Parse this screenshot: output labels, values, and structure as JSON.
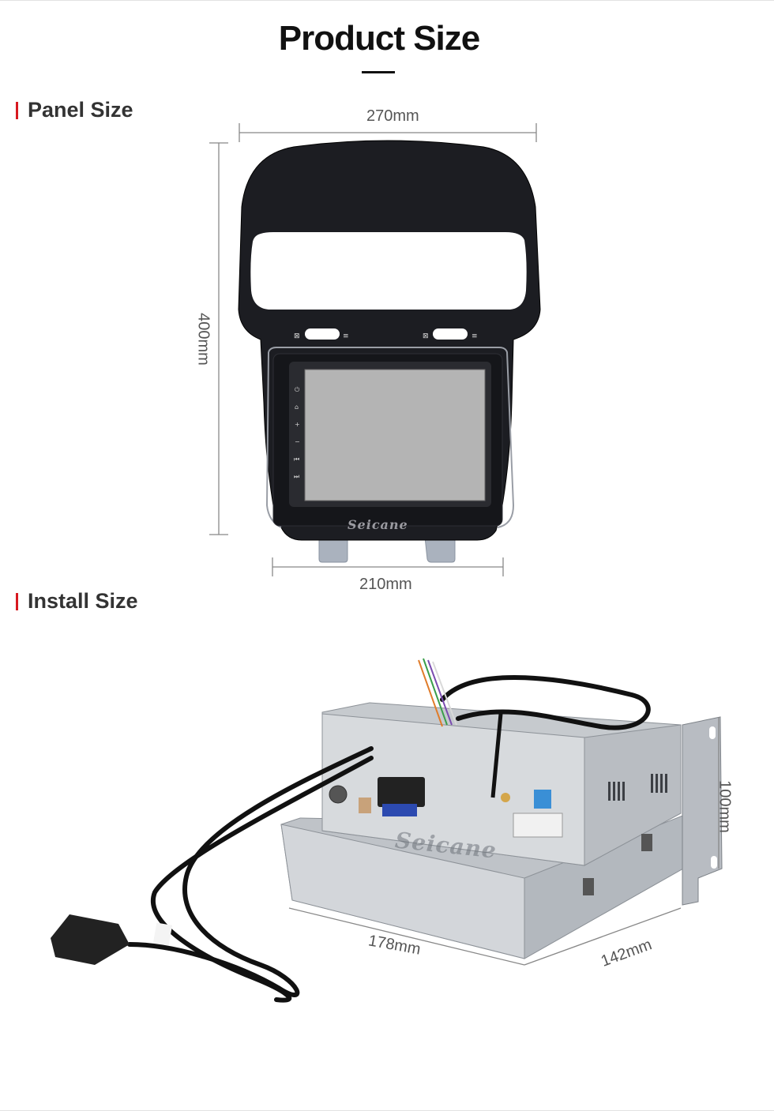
{
  "page": {
    "title": "Product Size"
  },
  "panel_section": {
    "heading": "Panel Size",
    "width_label": "270mm",
    "height_label": "400mm",
    "bottom_width_label": "210mm",
    "brand_watermark": "Seicane"
  },
  "install_section": {
    "heading": "Install Size",
    "height_label": "100mm",
    "length_label": "178mm",
    "depth_label": "142mm",
    "brand_watermark": "Seicane"
  },
  "colors": {
    "accent": "#d71920",
    "panel_black": "#1c1d22",
    "screen_gray": "#b4b4b4",
    "metal": "#c9ccd0"
  }
}
